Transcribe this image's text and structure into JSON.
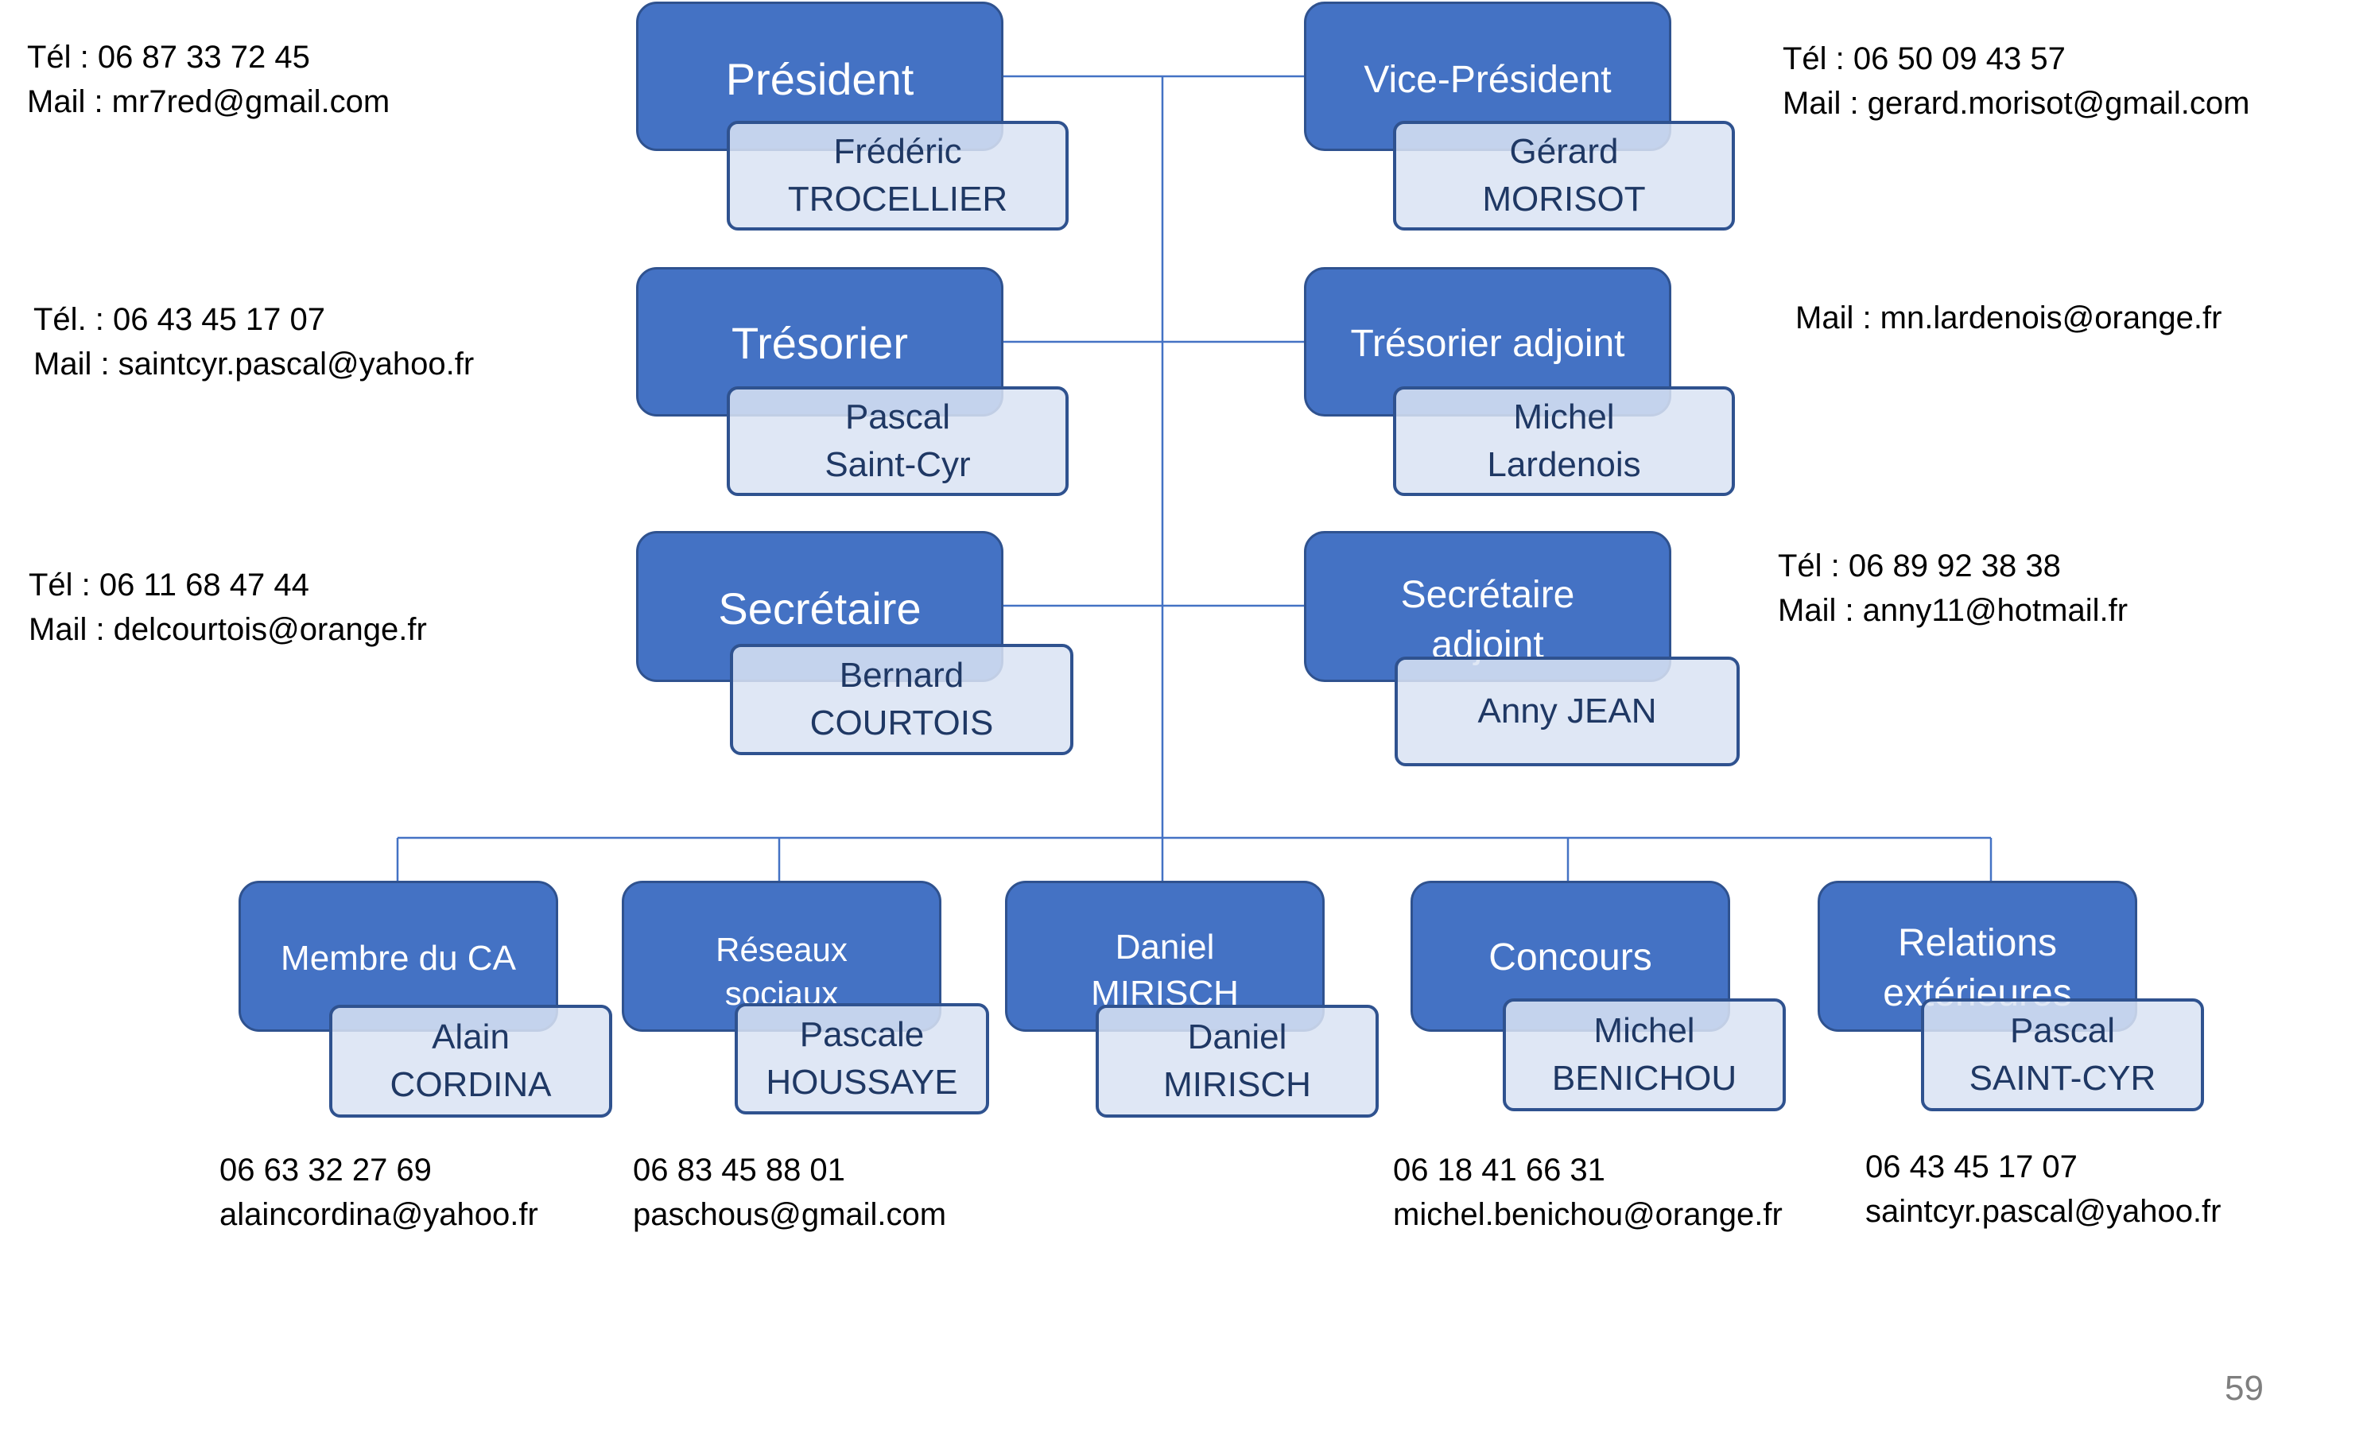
{
  "board": [
    {
      "role": "Président",
      "first": "Frédéric",
      "last": "TROCELLIER",
      "contact": [
        "Tél : 06 87 33 72 45",
        "Mail : mr7red@gmail.com"
      ]
    },
    {
      "role": "Vice-Président",
      "first": "Gérard",
      "last": "MORISOT",
      "contact": [
        "Tél : 06 50 09 43 57",
        "Mail : gerard.morisot@gmail.com"
      ]
    },
    {
      "role": "Trésorier",
      "first": "Pascal",
      "last": "Saint-Cyr",
      "contact": [
        "Tél. : 06 43 45 17 07",
        "Mail : saintcyr.pascal@yahoo.fr"
      ]
    },
    {
      "role": "Trésorier adjoint",
      "first": "Michel",
      "last": "Lardenois",
      "contact": [
        "Mail : mn.lardenois@orange.fr"
      ]
    },
    {
      "role": "Secrétaire",
      "first": "Bernard",
      "last": "COURTOIS",
      "contact": [
        "Tél : 06 11 68 47 44",
        "Mail : delcourtois@orange.fr"
      ]
    },
    {
      "role_lines": [
        "Secrétaire",
        "adjoint"
      ],
      "full": "Anny JEAN",
      "contact": [
        "Tél : 06 89 92 38 38",
        "Mail : anny11@hotmail.fr"
      ]
    }
  ],
  "members": [
    {
      "role": "Membre du CA",
      "first": "Alain",
      "last": "CORDINA",
      "contact": [
        "06 63 32 27 69",
        "alaincordina@yahoo.fr"
      ]
    },
    {
      "role_lines": [
        "Réseaux",
        "sociaux"
      ],
      "first": "Pascale",
      "last": "HOUSSAYE",
      "contact": [
        "06 83 45 88 01",
        "paschous@gmail.com"
      ]
    },
    {
      "role_lines": [
        "Daniel",
        "MIRISCH"
      ],
      "first": "Daniel",
      "last": "MIRISCH",
      "contact": []
    },
    {
      "role": "Concours",
      "first": "Michel",
      "last": "BENICHOU",
      "contact": [
        "06 18 41 66 31",
        "michel.benichou@orange.fr"
      ]
    },
    {
      "role_lines": [
        "Relations",
        "extérieures"
      ],
      "first": "Pascal",
      "last": "SAINT-CYR",
      "contact": [
        "06 43 45 17 07",
        "saintcyr.pascal@yahoo.fr"
      ]
    }
  ],
  "page_number": "59",
  "colors": {
    "role_fill": "#4472c4",
    "role_border": "#2f528f",
    "name_fill": "#dae3f3",
    "name_text": "#1f3864",
    "line": "#4472c4",
    "page_number": "#7f7f7f"
  }
}
